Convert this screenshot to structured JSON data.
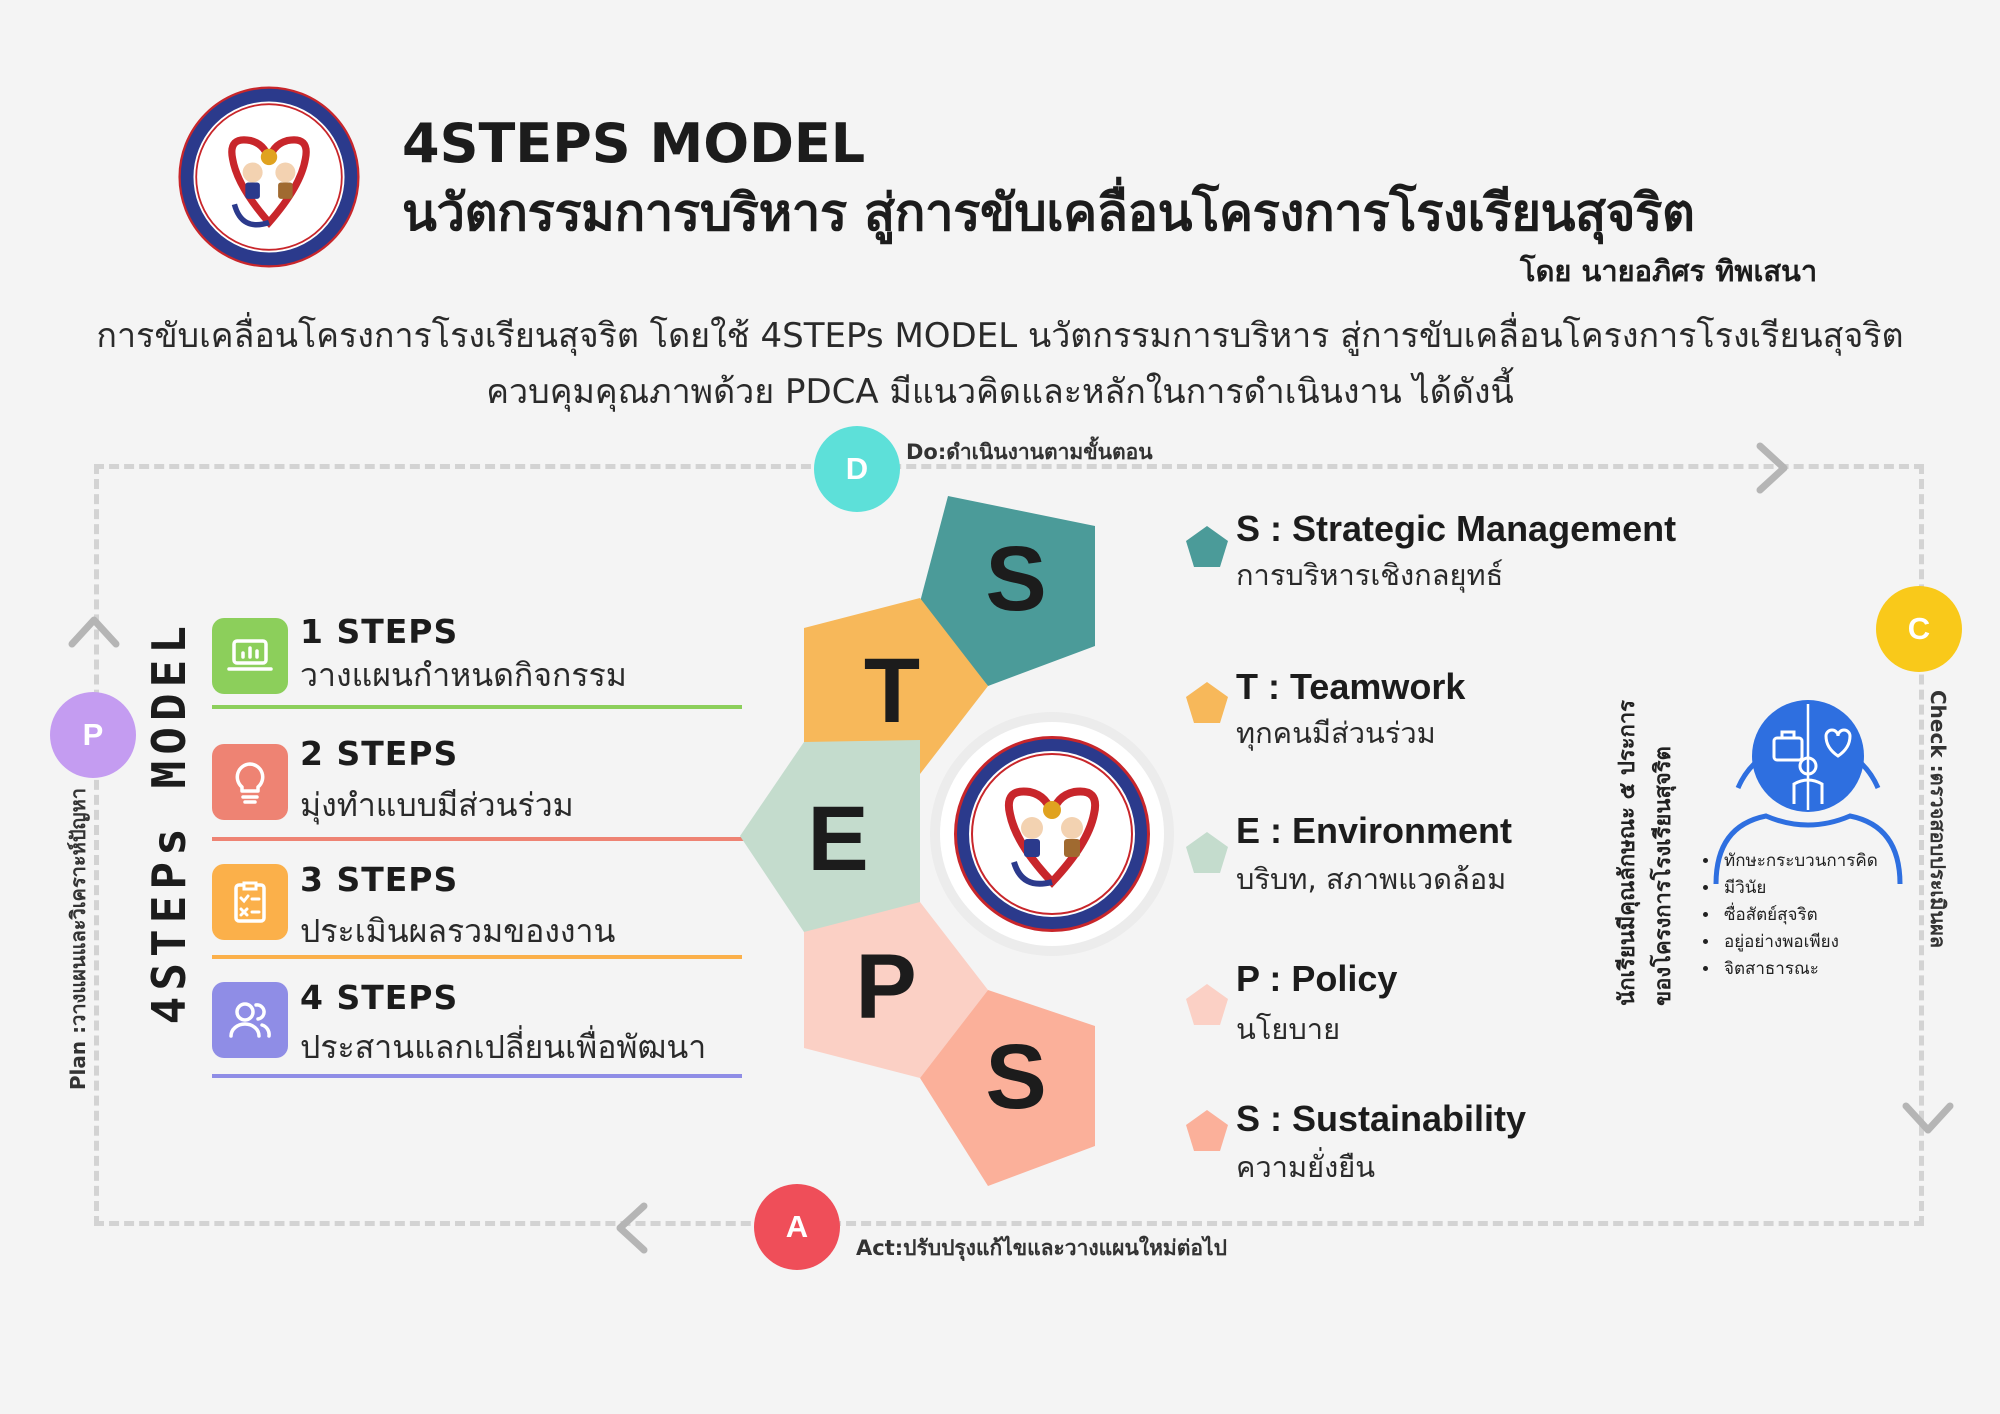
{
  "header": {
    "title_line1": "4STEPS MODEL",
    "title_line2": "นวัตกรรมการบริหาร สู่การขับเคลื่อนโครงการโรงเรียนสุจริต",
    "byline": "โดย นายอภิศร ทิพเสนา",
    "intro_line1": "การขับเคลื่อนโครงการโรงเรียนสุจริต  โดยใช้ 4STEPs MODEL นวัตกรรมการบริหาร สู่การขับเคลื่อนโครงการโรงเรียนสุจริต",
    "intro_line2": "ควบคุมคุณภาพด้วย PDCA   มีแนวคิดและหลักในการดำเนินงาน ได้ดังนี้"
  },
  "cycle": {
    "do_letter": "D",
    "do_text": "Do:ดำเนินงานตามขั้นตอน",
    "check_letter": "C",
    "check_text": "Check :ตรวจสอบประเมินผล",
    "act_letter": "A",
    "act_text": "Act:ปรับปรุงแก้ไขและวางแผนใหม่ต่อไป",
    "plan_letter": "P",
    "plan_text": "Plan :วางแผนและวิเคราะห์ปัญหา"
  },
  "model_label": "4STEPs MODEL",
  "steps": [
    {
      "title": "1 STEPS",
      "subtitle": "วางแผนกำหนดกิจกรรม",
      "icon": "laptop-chart-icon",
      "color": "#8ccf5b"
    },
    {
      "title": "2 STEPS",
      "subtitle": "มุ่งทำแบบมีส่วนร่วม",
      "icon": "lightbulb-icon",
      "color": "#ee8373"
    },
    {
      "title": "3 STEPS",
      "subtitle": "ประเมินผลรวมของงาน",
      "icon": "checklist-icon",
      "color": "#fbb04a"
    },
    {
      "title": "4 STEPS",
      "subtitle": "ประสานแลกเปลี่ยนเพื่อพัฒนา",
      "icon": "users-icon",
      "color": "#8f8de6"
    }
  ],
  "steps_letters": [
    "S",
    "T",
    "E",
    "P",
    "S"
  ],
  "items": [
    {
      "title": "S : Strategic Management",
      "subtitle": "การบริหารเชิงกลยุทธ์",
      "color": "#4b9b99"
    },
    {
      "title": "T : Teamwork",
      "subtitle": "ทุกคนมีส่วนร่วม",
      "color": "#f7b85a"
    },
    {
      "title": "E : Environment",
      "subtitle": "บริบท, สภาพแวดล้อม",
      "color": "#c4dccd"
    },
    {
      "title": "P : Policy",
      "subtitle": "นโยบาย",
      "color": "#fbd0c5"
    },
    {
      "title": "S : Sustainability",
      "subtitle": "ความยั่งยืน",
      "color": "#fbb09a"
    }
  ],
  "qualities": {
    "heading_line1": "นักเรียนมีคุณลักษณะ ๕ ประการ",
    "heading_line2": "ของโครงการโรงเรียนสุจริต",
    "list": [
      "ทักษะกระบวนการคิด",
      "มีวินัย",
      "ซื่อสัตย์สุจริต",
      "อยู่อย่างพอเพียง",
      "จิตสาธารณะ"
    ]
  },
  "colors": {
    "teal": "#4b9b99",
    "orange": "#f7b85a",
    "mint": "#c4dccd",
    "peach": "#fbd0c5",
    "salmon": "#fbb09a",
    "logo_red": "#c8262b",
    "logo_navy": "#2b3a8c",
    "person_blue": "#2e6fe0"
  }
}
